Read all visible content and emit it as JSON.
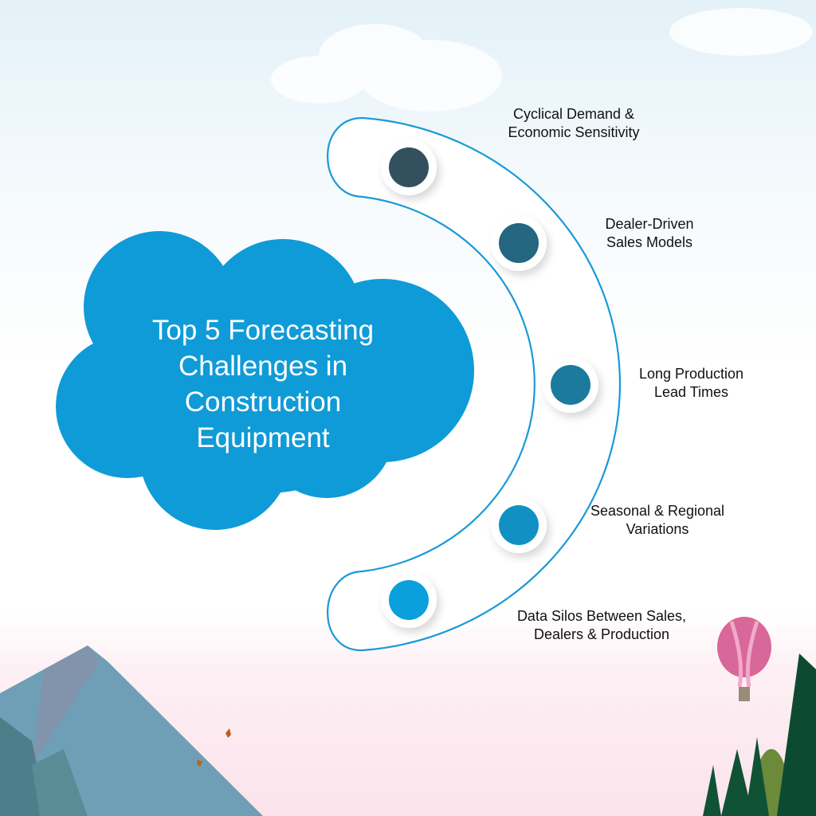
{
  "title": "Top 5 Forecasting Challenges in Construction Equipment",
  "challenges": [
    {
      "label": "Cyclical Demand & Economic Sensitivity",
      "color": "#33505f"
    },
    {
      "label": "Dealer-Driven Sales Models",
      "color": "#256680"
    },
    {
      "label": "Long Production Lead Times",
      "color": "#1b7a9e"
    },
    {
      "label": "Seasonal & Regional Variations",
      "color": "#1190c4"
    },
    {
      "label": "Data Silos Between Sales, Dealers & Production",
      "color": "#0aa0dd"
    }
  ],
  "colors": {
    "cloud": "#0f9bd7",
    "arc": "#1a9ad6"
  }
}
